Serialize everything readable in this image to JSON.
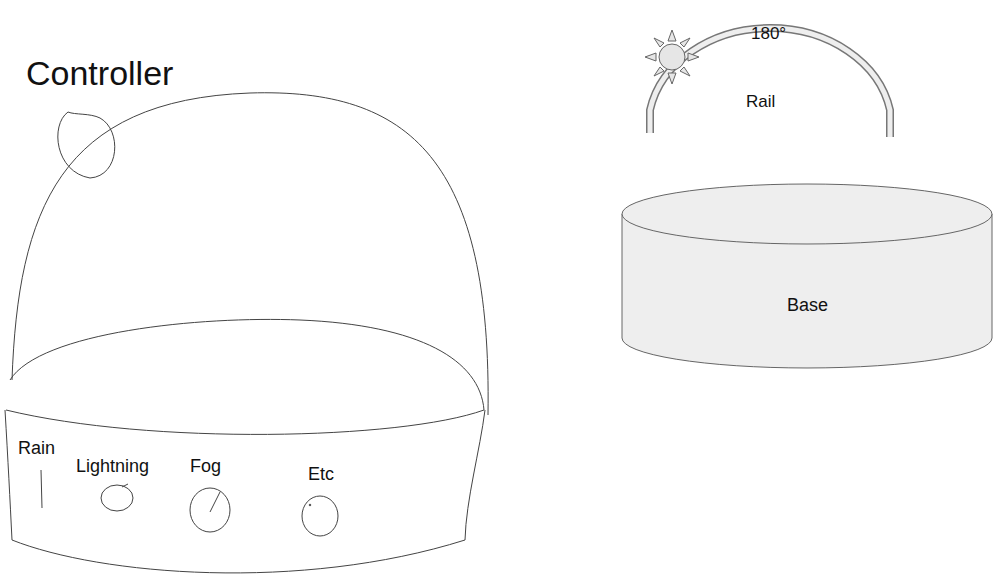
{
  "diagram": {
    "nodes": [
      {
        "text": [
          "Controller"
        ]
      },
      {
        "text": [
          "Base"
        ]
      }
    ],
    "labels": [
      "180°",
      "Rail",
      "Rain",
      "Lightning",
      "Fog",
      "Etc"
    ]
  }
}
